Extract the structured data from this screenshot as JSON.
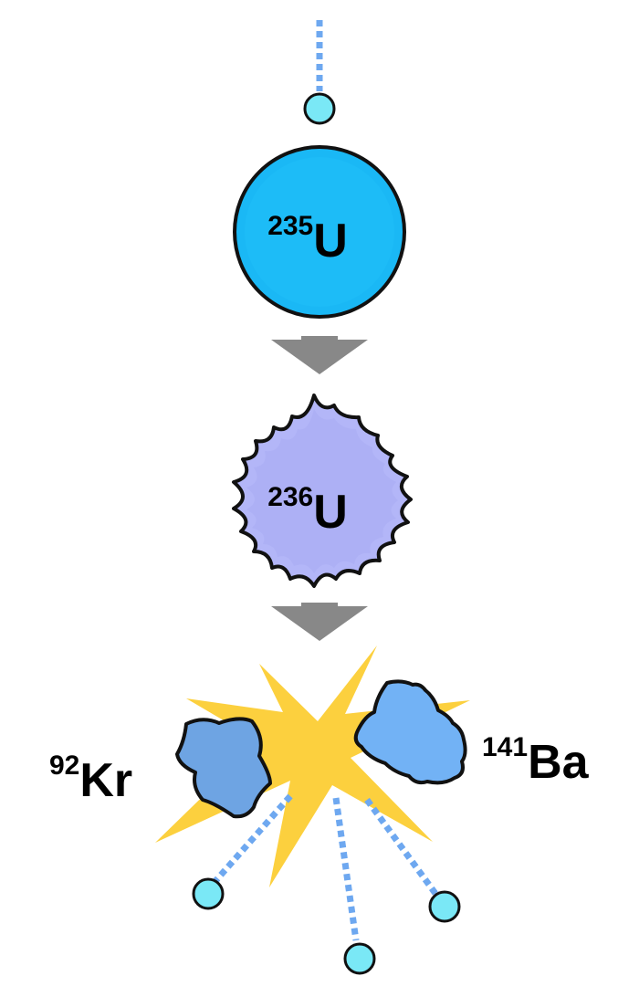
{
  "diagram": {
    "uranium235": {
      "mass_number": "235",
      "symbol": "U"
    },
    "uranium236": {
      "mass_number": "236",
      "symbol": "U"
    },
    "krypton": {
      "mass_number": "92",
      "symbol": "Kr"
    },
    "barium": {
      "mass_number": "141",
      "symbol": "Ba"
    }
  },
  "colors": {
    "neutron_fill": "#7ae8f6",
    "neutron_trail": "#6ea8f0",
    "u235_fill": "#1ab8f5",
    "u236_fill": "#b3b6f8",
    "arrow": "#888888",
    "explosion": "#fcd03e",
    "krypton_fill": "#6ea4e3",
    "barium_fill": "#72b2f5",
    "outline": "#111111"
  }
}
